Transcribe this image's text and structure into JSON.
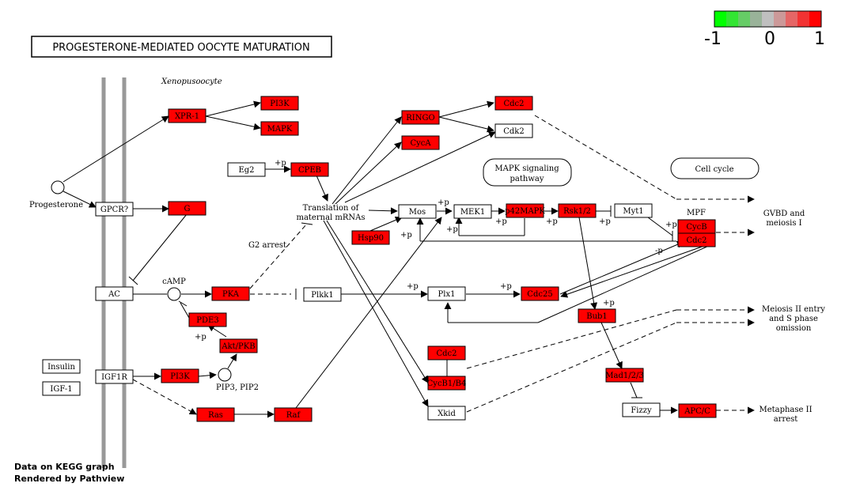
{
  "title": "PROGESTERONE-MEDIATED OOCYTE MATURATION",
  "colors": {
    "up": "#ff0000",
    "none": "#ffffff",
    "membrane": "#999999"
  },
  "legend": {
    "min_label": "-1",
    "mid_label": "0",
    "max_label": "1",
    "swatches": [
      "#00ff00",
      "#33e533",
      "#66cc66",
      "#99b299",
      "#bfbfbf",
      "#cc9999",
      "#e56666",
      "#f23333",
      "#ff0000"
    ]
  },
  "footer": {
    "line1": "Data on KEGG graph",
    "line2": "Rendered by Pathview"
  },
  "labels": {
    "xenopus": "Xenopusoocyte",
    "progesterone": "Progesterone",
    "camp": "cAMP",
    "pip": "PIP3, PIP2",
    "translation1": "Translation of",
    "translation2": "maternal mRNAs",
    "g2arrest": "G2 arrest",
    "mpf": "MPF",
    "gvbd1": "GVBD and",
    "gvbd2": "meiosis I",
    "meiosis1": "Meiosis II entry",
    "meiosis2": "and S phase",
    "meiosis3": "omission",
    "metaphase1": "Metaphase II",
    "metaphase2": "arrest",
    "mapk_sig1": "MAPK signaling",
    "mapk_sig2": "pathway",
    "cellcycle": "Cell cycle",
    "plus_p": "+p",
    "minus_p": "-p"
  },
  "nodes": [
    {
      "id": "xpr1",
      "label": "XPR-1",
      "state": "up"
    },
    {
      "id": "pi3k_top",
      "label": "PI3K",
      "state": "up"
    },
    {
      "id": "mapk_top",
      "label": "MAPK",
      "state": "up"
    },
    {
      "id": "gpcr",
      "label": "GPCR?",
      "state": "none"
    },
    {
      "id": "g",
      "label": "G",
      "state": "up"
    },
    {
      "id": "ac",
      "label": "AC",
      "state": "none"
    },
    {
      "id": "pka",
      "label": "PKA",
      "state": "up"
    },
    {
      "id": "pde3",
      "label": "PDE3",
      "state": "up"
    },
    {
      "id": "aktpkb",
      "label": "Akt/PKB",
      "state": "up"
    },
    {
      "id": "insulin",
      "label": "Insulin",
      "state": "none"
    },
    {
      "id": "igf1",
      "label": "IGF-1",
      "state": "none"
    },
    {
      "id": "igf1r",
      "label": "IGF1R",
      "state": "none"
    },
    {
      "id": "pi3k_low",
      "label": "PI3K",
      "state": "up"
    },
    {
      "id": "ras",
      "label": "Ras",
      "state": "up"
    },
    {
      "id": "raf",
      "label": "Raf",
      "state": "up"
    },
    {
      "id": "eg2",
      "label": "Eg2",
      "state": "none"
    },
    {
      "id": "cpeb",
      "label": "CPEB",
      "state": "up"
    },
    {
      "id": "ringo",
      "label": "RINGO",
      "state": "up"
    },
    {
      "id": "cyca",
      "label": "CycA",
      "state": "up"
    },
    {
      "id": "cdc2_top",
      "label": "Cdc2",
      "state": "up"
    },
    {
      "id": "cdk2",
      "label": "Cdk2",
      "state": "none"
    },
    {
      "id": "mos",
      "label": "Mos",
      "state": "none"
    },
    {
      "id": "hsp90",
      "label": "Hsp90",
      "state": "up"
    },
    {
      "id": "mek1",
      "label": "MEK1",
      "state": "none"
    },
    {
      "id": "p42mapk",
      "label": "p42MAPK",
      "state": "up"
    },
    {
      "id": "rsk12",
      "label": "Rsk1/2",
      "state": "up"
    },
    {
      "id": "myt1",
      "label": "Myt1",
      "state": "none"
    },
    {
      "id": "cycb_mpf",
      "label": "CycB",
      "state": "up"
    },
    {
      "id": "cdc2_mpf",
      "label": "Cdc2",
      "state": "up"
    },
    {
      "id": "plkk1",
      "label": "Plkk1",
      "state": "none"
    },
    {
      "id": "plx1",
      "label": "Plx1",
      "state": "none"
    },
    {
      "id": "cdc25",
      "label": "Cdc25",
      "state": "up"
    },
    {
      "id": "bub1",
      "label": "Bub1",
      "state": "up"
    },
    {
      "id": "cdc2_low",
      "label": "Cdc2",
      "state": "up"
    },
    {
      "id": "cycb1b4",
      "label": "CycB1/B4",
      "state": "up"
    },
    {
      "id": "xkid",
      "label": "Xkid",
      "state": "none"
    },
    {
      "id": "mad12",
      "label": "Mad1/2/3",
      "state": "up"
    },
    {
      "id": "fizzy",
      "label": "Fizzy",
      "state": "none"
    },
    {
      "id": "apcc",
      "label": "APC/C",
      "state": "up"
    }
  ]
}
